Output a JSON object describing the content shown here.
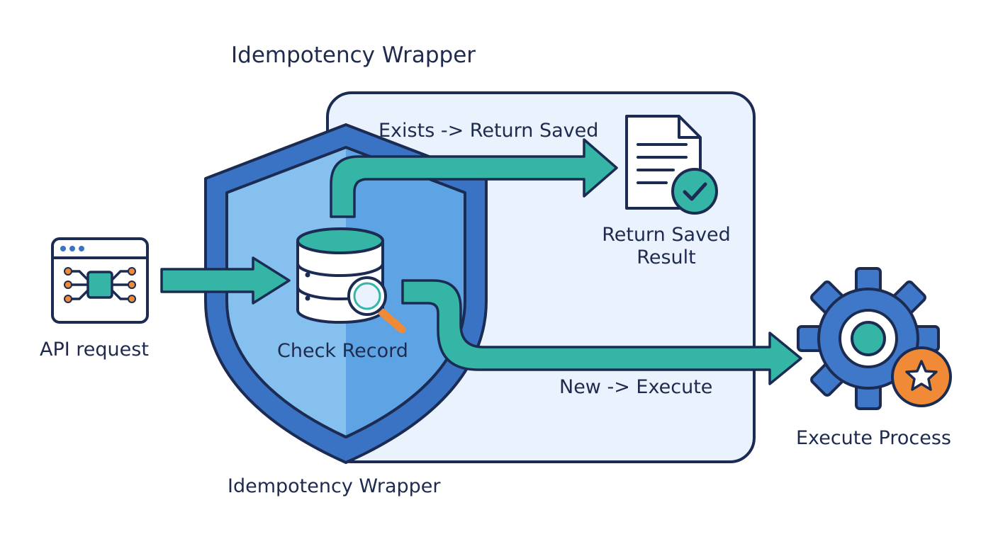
{
  "title_top": "Idempotency Wrapper",
  "title_bottom": "Idempotency Wrapper",
  "nodes": {
    "api_request": "API request",
    "check_record": "Check Record",
    "return_saved_line1": "Return Saved",
    "return_saved_line2": "Result",
    "execute_process": "Execute Process"
  },
  "edges": {
    "exists": "Exists -> Return Saved",
    "new": "New -> Execute"
  },
  "icons": {
    "api": "api-window-icon",
    "database": "database-search-icon",
    "document": "document-check-icon",
    "gear": "gear-star-icon",
    "shield": "shield-icon"
  },
  "colors": {
    "outline": "#1b2b52",
    "panel_fill": "#eaf3fd",
    "shield_outer": "#3a72c4",
    "shield_inner_left": "#86c0ef",
    "shield_inner_right": "#5ea4e4",
    "arrow": "#34b5a5",
    "accent_orange": "#f08a36",
    "gear_blue": "#3f78c8"
  }
}
